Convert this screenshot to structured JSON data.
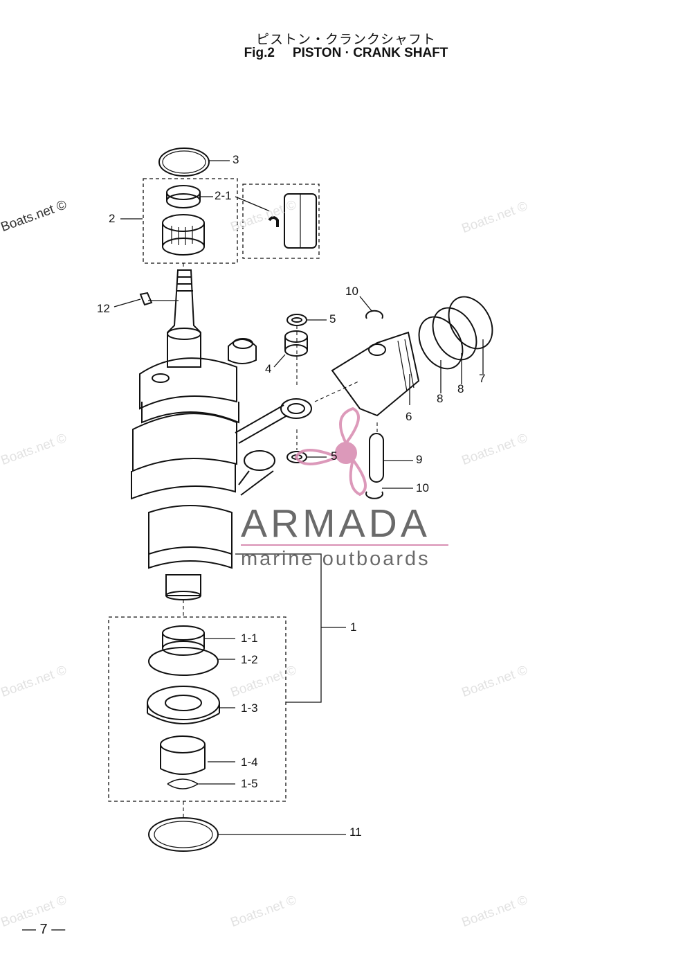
{
  "header": {
    "title_jp": "ピストン・クランクシャフト",
    "fig_label": "Fig.2",
    "title_en": "PISTON · CRANK SHAFT"
  },
  "callouts": [
    {
      "id": "c3",
      "label": "3"
    },
    {
      "id": "c2-1",
      "label": "2-1"
    },
    {
      "id": "c2",
      "label": "2"
    },
    {
      "id": "c12",
      "label": "12"
    },
    {
      "id": "c10a",
      "label": "10"
    },
    {
      "id": "c5a",
      "label": "5"
    },
    {
      "id": "c4",
      "label": "4"
    },
    {
      "id": "c6",
      "label": "6"
    },
    {
      "id": "c8a",
      "label": "8"
    },
    {
      "id": "c8b",
      "label": "8"
    },
    {
      "id": "c7",
      "label": "7"
    },
    {
      "id": "c5b",
      "label": "5"
    },
    {
      "id": "c9",
      "label": "9"
    },
    {
      "id": "c10b",
      "label": "10"
    },
    {
      "id": "c1",
      "label": "1"
    },
    {
      "id": "c1-1",
      "label": "1-1"
    },
    {
      "id": "c1-2",
      "label": "1-2"
    },
    {
      "id": "c1-3",
      "label": "1-3"
    },
    {
      "id": "c1-4",
      "label": "1-4"
    },
    {
      "id": "c1-5",
      "label": "1-5"
    },
    {
      "id": "c11",
      "label": "11"
    }
  ],
  "watermarks": {
    "site": "Boats.net ©",
    "brand": "ARMADA",
    "brand_sub": "marine outboards"
  },
  "footer": {
    "page_number": "— 7 —"
  },
  "colors": {
    "line": "#111111",
    "watermark": "#e2e2e2",
    "brand_pink": "#d98fb3",
    "brand_gray": "#6a6a6a"
  }
}
